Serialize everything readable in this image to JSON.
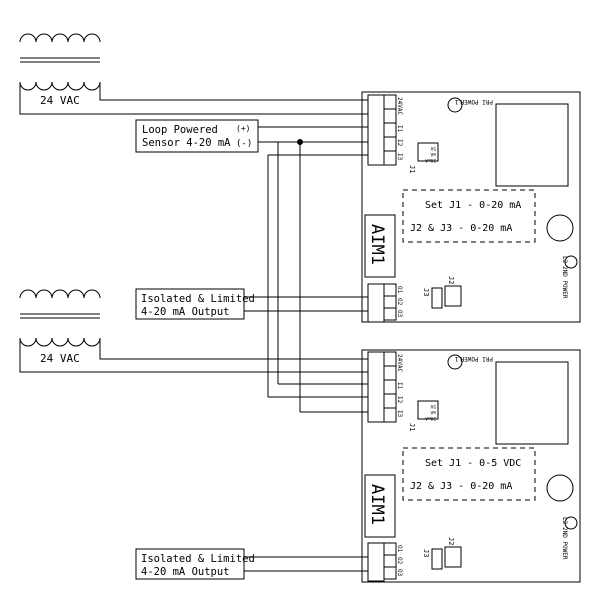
{
  "transformer_top": {
    "label": "24 VAC"
  },
  "transformer_bottom": {
    "label": "24 VAC"
  },
  "loop_sensor": {
    "line1": "Loop Powered",
    "line2": "Sensor 4-20 mA",
    "plus": "(+)",
    "minus": "(-)"
  },
  "output_box_1": {
    "line1": "Isolated & Limited",
    "line2": "4-20 mA Output"
  },
  "output_box_2": {
    "line1": "Isolated & Limited",
    "line2": "4-20 mA Output"
  },
  "module_1": {
    "name": "AIM1",
    "pri_power": "PRI POWER",
    "l1": "L1",
    "l2": "L2",
    "snd_power": "2ND POWER",
    "terminals_in": [
      "24VAC",
      "I1",
      "I2",
      "I3"
    ],
    "terminals_out": [
      "O1",
      "O2",
      "O3"
    ],
    "j1": "J1",
    "j2": "J2",
    "j3": "J3",
    "jumper_opts": [
      "5V",
      "mA",
      "20mA"
    ],
    "note_line1": "Set J1 - 0-20 mA",
    "note_line2": "J2 & J3 - 0-20 mA"
  },
  "module_2": {
    "name": "AIM1",
    "pri_power": "PRI POWER",
    "l1": "L1",
    "l2": "L2",
    "snd_power": "2ND POWER",
    "terminals_in": [
      "24VAC",
      "I1",
      "I2",
      "I3"
    ],
    "terminals_out": [
      "O1",
      "O2",
      "O3"
    ],
    "j1": "J1",
    "j2": "J2",
    "j3": "J3",
    "jumper_opts": [
      "5V",
      "mA",
      "20mA"
    ],
    "note_line1": "Set J1 - 0-5 VDC",
    "note_line2": "J2 & J3 - 0-20 mA"
  }
}
